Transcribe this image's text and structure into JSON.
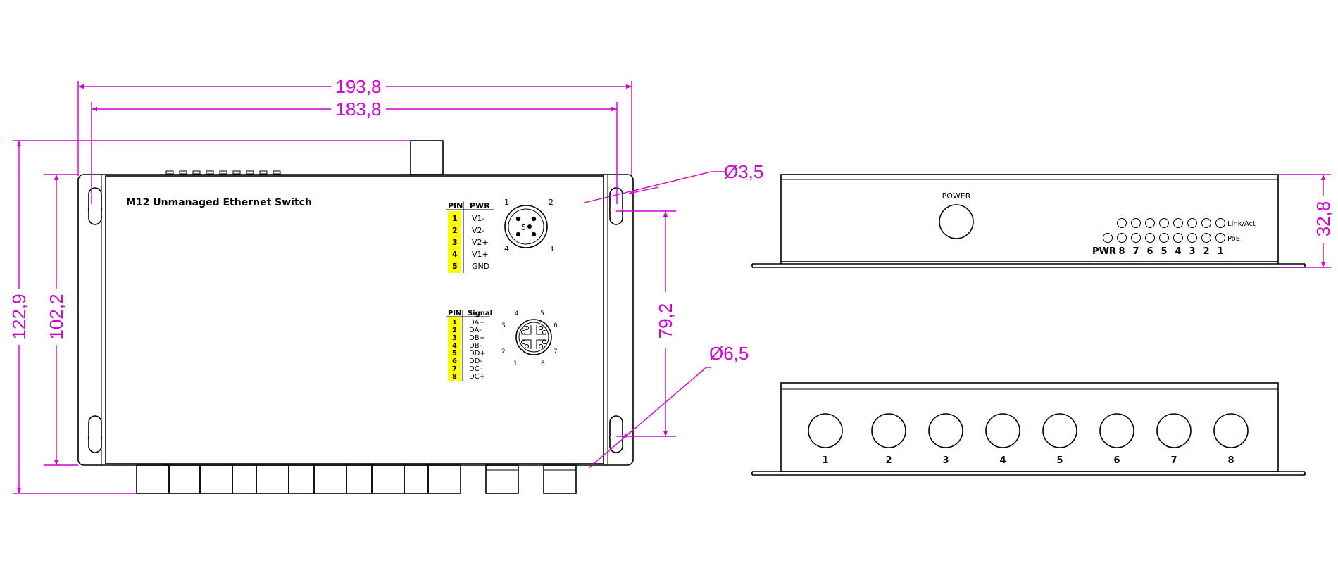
{
  "top_view": {
    "title": "M12 Unmanaged Ethernet Switch",
    "pwr_table": {
      "header_pin": "PIN",
      "header_name": "PWR",
      "rows": [
        {
          "pin": "1",
          "name": "V1-"
        },
        {
          "pin": "2",
          "name": "V2-"
        },
        {
          "pin": "3",
          "name": "V2+"
        },
        {
          "pin": "4",
          "name": "V1+"
        },
        {
          "pin": "5",
          "name": "GND"
        }
      ]
    },
    "pwr_connector": {
      "labels": [
        "1",
        "2",
        "4",
        "3"
      ],
      "center": "5"
    },
    "signal_table": {
      "header_pin": "PIN",
      "header_name": "Signal",
      "rows": [
        {
          "pin": "1",
          "name": "DA+"
        },
        {
          "pin": "2",
          "name": "DA-"
        },
        {
          "pin": "3",
          "name": "DB+"
        },
        {
          "pin": "4",
          "name": "DB-"
        },
        {
          "pin": "5",
          "name": "DD+"
        },
        {
          "pin": "6",
          "name": "DD-"
        },
        {
          "pin": "7",
          "name": "DC-"
        },
        {
          "pin": "8",
          "name": "DC+"
        }
      ]
    },
    "signal_connector": {
      "labels": [
        "4",
        "5",
        "3",
        "6",
        "2",
        "7",
        "1",
        "8"
      ]
    }
  },
  "dimensions": {
    "width_outer": "193,8",
    "width_hole": "183,8",
    "height_outer": "122,9",
    "height_inner": "102,2",
    "hole_spacing": "79,2",
    "hole_small": "Ø3,5",
    "hole_large": "Ø6,5",
    "depth": "32,8"
  },
  "front_view": {
    "power_label": "POWER",
    "link_label": "Link/Act",
    "poe_label": "PoE",
    "pwr_label": "PWR",
    "port_numbers": [
      "8",
      "7",
      "6",
      "5",
      "4",
      "3",
      "2",
      "1"
    ]
  },
  "rear_view": {
    "port_numbers": [
      "1",
      "2",
      "3",
      "4",
      "5",
      "6",
      "7",
      "8"
    ]
  },
  "colors": {
    "dimension": "#d000d0",
    "pin_highlight": "#ffff00",
    "line": "#000000"
  }
}
